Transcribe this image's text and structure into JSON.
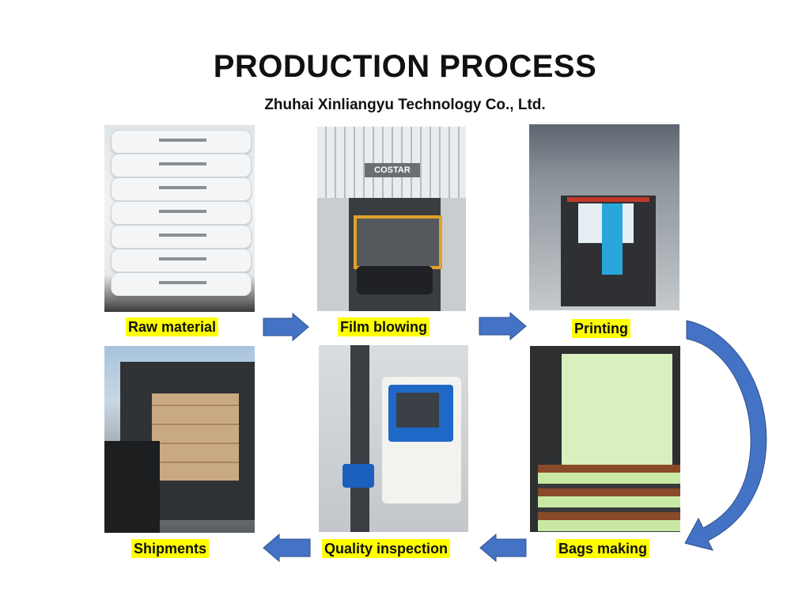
{
  "title": "PRODUCTION PROCESS",
  "subtitle": "Zhuhai Xinliangyu Technology Co., Ltd.",
  "steps": {
    "raw_material": "Raw material",
    "film_blowing": "Film blowing",
    "printing": "Printing",
    "bags_making": "Bags making",
    "quality_inspection": "Quality inspection",
    "shipments": "Shipments"
  },
  "photo_text": {
    "costar": "COSTAR"
  },
  "colors": {
    "label_highlight": "#ffff00",
    "arrow_fill": "#4472c4",
    "arrow_stroke": "#2f528f"
  }
}
